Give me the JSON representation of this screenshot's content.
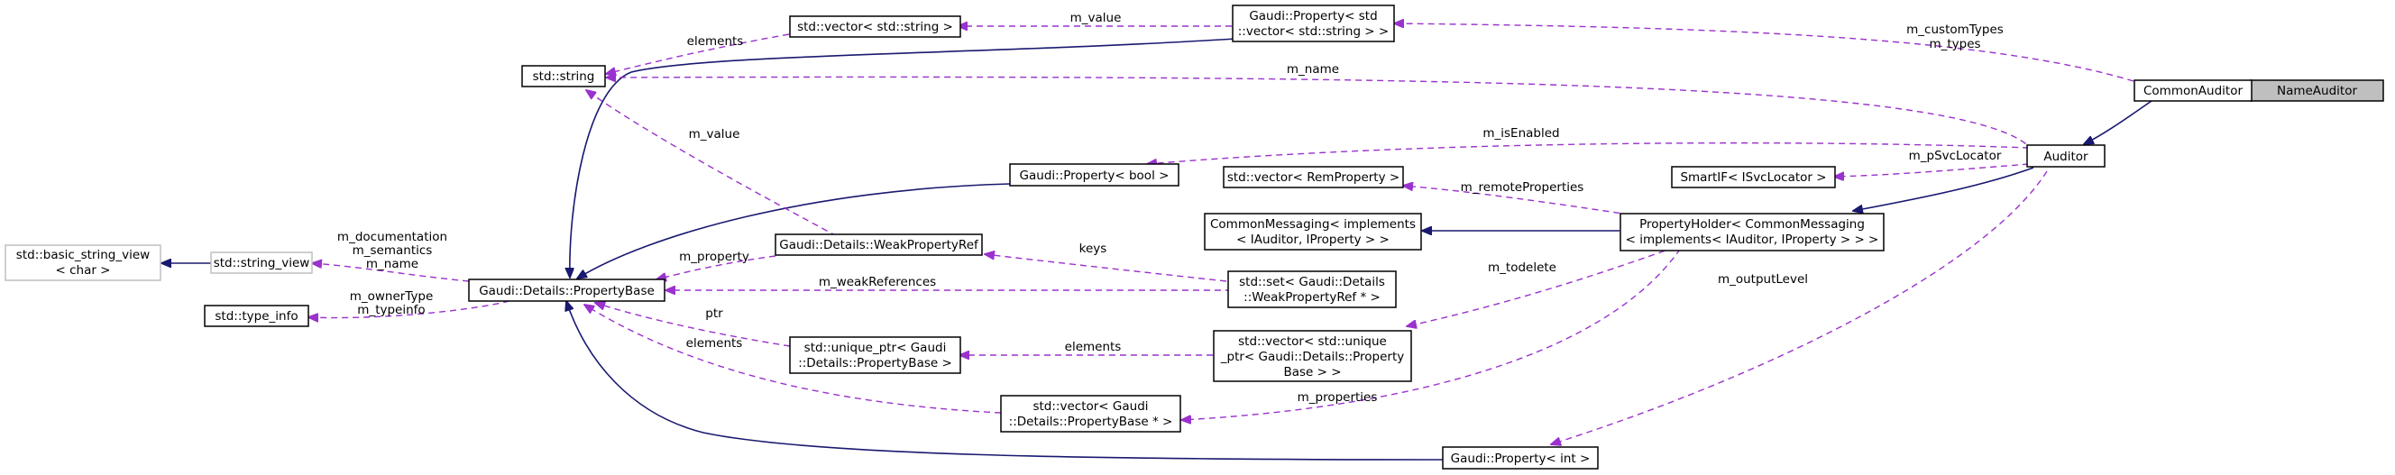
{
  "nodes": {
    "name_auditor": "NameAuditor",
    "common_auditor": "CommonAuditor",
    "auditor": "Auditor",
    "property_holder": [
      "PropertyHolder< CommonMessaging",
      "< implements< IAuditor, IProperty > > >"
    ],
    "common_messaging": [
      "CommonMessaging< implements",
      "< IAuditor, IProperty > >"
    ],
    "smartif": "SmartIF< ISvcLocator >",
    "vector_remproperty": "std::vector< RemProperty >",
    "property_vector_string": [
      "Gaudi::Property< std",
      "::vector< std::string > >"
    ],
    "vector_string": "std::vector< std::string >",
    "std_string": "std::string",
    "property_bool": "Gaudi::Property< bool >",
    "weak_property_ref": "Gaudi::Details::WeakPropertyRef",
    "property_base": "Gaudi::Details::PropertyBase",
    "basic_string_view": [
      "std::basic_string_view",
      "< char >"
    ],
    "string_view": "std::string_view",
    "type_info": "std::type_info",
    "set_weakref": [
      "std::set< Gaudi::Details",
      "::WeakPropertyRef * >"
    ],
    "unique_ptr": [
      "std::unique_ptr< Gaudi",
      "::Details::PropertyBase >"
    ],
    "vector_unique_ptr": [
      "std::vector< std::unique",
      "_ptr< Gaudi::Details::Property",
      "Base > >"
    ],
    "vector_propbase_ptr": [
      "std::vector< Gaudi",
      "::Details::PropertyBase * >"
    ],
    "property_int": "Gaudi::Property< int >"
  },
  "edge_labels": {
    "m_value_top": "m_value",
    "elements_top": "elements",
    "m_custom_types": [
      "m_customTypes",
      "m_types"
    ],
    "m_name": "m_name",
    "m_is_enabled": "m_isEnabled",
    "m_psvc_locator": "m_pSvcLocator",
    "m_value_mid": "m_value",
    "m_remote_properties": "m_remoteProperties",
    "keys": "keys",
    "m_property": "m_property",
    "m_weak_references": "m_weakReferences",
    "m_documentation": [
      "m_documentation",
      "m_semantics",
      "m_name"
    ],
    "m_owner_type": [
      "m_ownerType",
      "m_typeinfo"
    ],
    "m_todelete": "m_todelete",
    "m_output_level": "m_outputLevel",
    "ptr": "ptr",
    "elements_mid": "elements",
    "elements_bottom": "elements",
    "m_properties": "m_properties"
  },
  "colors": {
    "inheritance_edge": "#191970",
    "member_edge": "#9a32cd",
    "focus_fill": "#bfbfbf",
    "external_border": "#bfbfbf"
  }
}
